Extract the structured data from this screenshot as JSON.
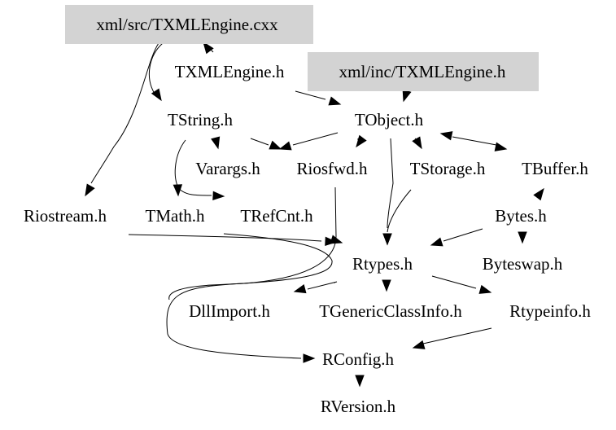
{
  "diagram": {
    "type": "include-dependency-graph",
    "nodes": [
      {
        "id": "txmlengine_cxx",
        "label": "xml/src/TXMLEngine.cxx",
        "highlighted": true
      },
      {
        "id": "txmlengine_h",
        "label": "TXMLEngine.h",
        "highlighted": false
      },
      {
        "id": "inc_txmlengine_h",
        "label": "xml/inc/TXMLEngine.h",
        "highlighted": true
      },
      {
        "id": "tstring_h",
        "label": "TString.h",
        "highlighted": false
      },
      {
        "id": "tobject_h",
        "label": "TObject.h",
        "highlighted": false
      },
      {
        "id": "varargs_h",
        "label": "Varargs.h",
        "highlighted": false
      },
      {
        "id": "riosfwd_h",
        "label": "Riosfwd.h",
        "highlighted": false
      },
      {
        "id": "tstorage_h",
        "label": "TStorage.h",
        "highlighted": false
      },
      {
        "id": "tbuffer_h",
        "label": "TBuffer.h",
        "highlighted": false
      },
      {
        "id": "riostream_h",
        "label": "Riostream.h",
        "highlighted": false
      },
      {
        "id": "tmath_h",
        "label": "TMath.h",
        "highlighted": false
      },
      {
        "id": "trefcnt_h",
        "label": "TRefCnt.h",
        "highlighted": false
      },
      {
        "id": "bytes_h",
        "label": "Bytes.h",
        "highlighted": false
      },
      {
        "id": "rtypes_h",
        "label": "Rtypes.h",
        "highlighted": false
      },
      {
        "id": "byteswap_h",
        "label": "Byteswap.h",
        "highlighted": false
      },
      {
        "id": "dllimport_h",
        "label": "DllImport.h",
        "highlighted": false
      },
      {
        "id": "tgenericclassinfo_h",
        "label": "TGenericClassInfo.h",
        "highlighted": false
      },
      {
        "id": "rtypeinfo_h",
        "label": "Rtypeinfo.h",
        "highlighted": false
      },
      {
        "id": "rconfig_h",
        "label": "RConfig.h",
        "highlighted": false
      },
      {
        "id": "rversion_h",
        "label": "RVersion.h",
        "highlighted": false
      }
    ],
    "edges": [
      {
        "from": "txmlengine_h",
        "to": "txmlengine_cxx"
      },
      {
        "from": "txmlengine_cxx",
        "to": "tstring_h"
      },
      {
        "from": "txmlengine_cxx",
        "to": "riostream_h"
      },
      {
        "from": "txmlengine_h",
        "to": "tobject_h"
      },
      {
        "from": "inc_txmlengine_h",
        "to": "tobject_h"
      },
      {
        "from": "tstring_h",
        "to": "varargs_h"
      },
      {
        "from": "tstring_h",
        "to": "riosfwd_h"
      },
      {
        "from": "tstring_h",
        "to": "tmath_h"
      },
      {
        "from": "tstring_h",
        "to": "trefcnt_h"
      },
      {
        "from": "tobject_h",
        "to": "riosfwd_h"
      },
      {
        "from": "tobject_h",
        "to": "varargs_h"
      },
      {
        "from": "tobject_h",
        "to": "tstorage_h"
      },
      {
        "from": "tobject_h",
        "to": "tbuffer_h",
        "bidirectional": true
      },
      {
        "from": "tobject_h",
        "to": "rtypes_h"
      },
      {
        "from": "tstorage_h",
        "to": "rtypes_h"
      },
      {
        "from": "riosfwd_h",
        "to": "rtypes_h"
      },
      {
        "from": "riostream_h",
        "to": "rtypes_h"
      },
      {
        "from": "tmath_h",
        "to": "rtypes_h"
      },
      {
        "from": "tbuffer_h",
        "to": "bytes_h"
      },
      {
        "from": "bytes_h",
        "to": "rtypes_h"
      },
      {
        "from": "bytes_h",
        "to": "byteswap_h"
      },
      {
        "from": "rtypes_h",
        "to": "dllimport_h"
      },
      {
        "from": "rtypes_h",
        "to": "tgenericclassinfo_h"
      },
      {
        "from": "rtypes_h",
        "to": "rtypeinfo_h"
      },
      {
        "from": "rtypes_h",
        "to": "rconfig_h"
      },
      {
        "from": "rtypeinfo_h",
        "to": "rconfig_h"
      },
      {
        "from": "rconfig_h",
        "to": "rversion_h"
      }
    ],
    "colors": {
      "highlight_fill": "#d3d3d3",
      "edge": "#000000",
      "text": "#000000",
      "background": "#ffffff"
    }
  }
}
